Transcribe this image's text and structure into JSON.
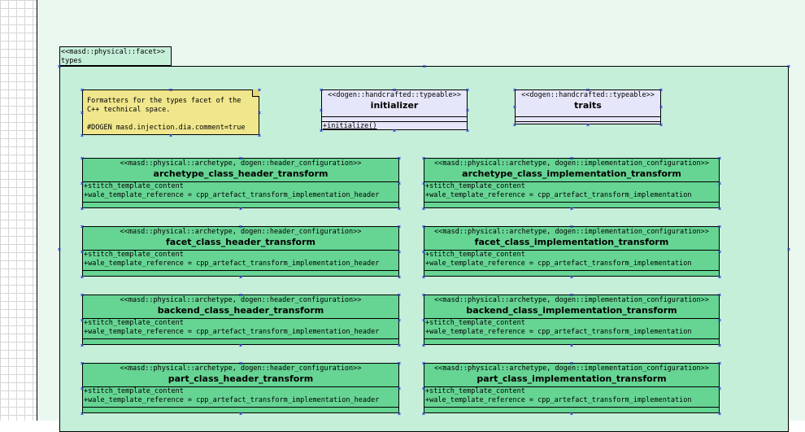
{
  "package": {
    "stereotype": "<<masd::physical::facet>>",
    "name": "types"
  },
  "note": {
    "text": "Formatters for the types facet of the\nC++ technical space.\n\n#DOGEN masd.injection.dia.comment=true"
  },
  "classes": {
    "initializer": {
      "stereotype": "<<dogen::handcrafted::typeable>>",
      "name": "initializer",
      "operation": "+initialize()"
    },
    "traits": {
      "stereotype": "<<dogen::handcrafted::typeable>>",
      "name": "traits"
    },
    "archetypes": [
      {
        "stereotype": "<<masd::physical::archetype, dogen::header_configuration>>",
        "name": "archetype_class_header_transform",
        "attr1": "+stitch_template_content",
        "attr2": "+wale_template_reference = cpp_artefact_transform_implementation_header"
      },
      {
        "stereotype": "<<masd::physical::archetype, dogen::implementation_configuration>>",
        "name": "archetype_class_implementation_transform",
        "attr1": "+stitch_template_content",
        "attr2": "+wale_template_reference = cpp_artefact_transform_implementation"
      },
      {
        "stereotype": "<<masd::physical::archetype, dogen::header_configuration>>",
        "name": "facet_class_header_transform",
        "attr1": "+stitch_template_content",
        "attr2": "+wale_template_reference = cpp_artefact_transform_implementation_header"
      },
      {
        "stereotype": "<<masd::physical::archetype, dogen::implementation_configuration>>",
        "name": "facet_class_implementation_transform",
        "attr1": "+stitch_template_content",
        "attr2": "+wale_template_reference = cpp_artefact_transform_implementation"
      },
      {
        "stereotype": "<<masd::physical::archetype, dogen::header_configuration>>",
        "name": "backend_class_header_transform",
        "attr1": "+stitch_template_content",
        "attr2": "+wale_template_reference = cpp_artefact_transform_implementation_header"
      },
      {
        "stereotype": "<<masd::physical::archetype, dogen::implementation_configuration>>",
        "name": "backend_class_implementation_transform",
        "attr1": "+stitch_template_content",
        "attr2": "+wale_template_reference = cpp_artefact_transform_implementation"
      },
      {
        "stereotype": "<<masd::physical::archetype, dogen::header_configuration>>",
        "name": "part_class_header_transform",
        "attr1": "+stitch_template_content",
        "attr2": "+wale_template_reference = cpp_artefact_transform_implementation_header"
      },
      {
        "stereotype": "<<masd::physical::archetype, dogen::implementation_configuration>>",
        "name": "part_class_implementation_transform",
        "attr1": "+stitch_template_content",
        "attr2": "+wale_template_reference = cpp_artefact_transform_implementation"
      }
    ]
  },
  "colors": {
    "canvas": "#eaf8ef",
    "package": "#c6efda",
    "note": "#f0e68c",
    "handcrafted_class": "#e6e6fa",
    "archetype_class": "#66d493",
    "selection_handle": "#2b40d0"
  }
}
